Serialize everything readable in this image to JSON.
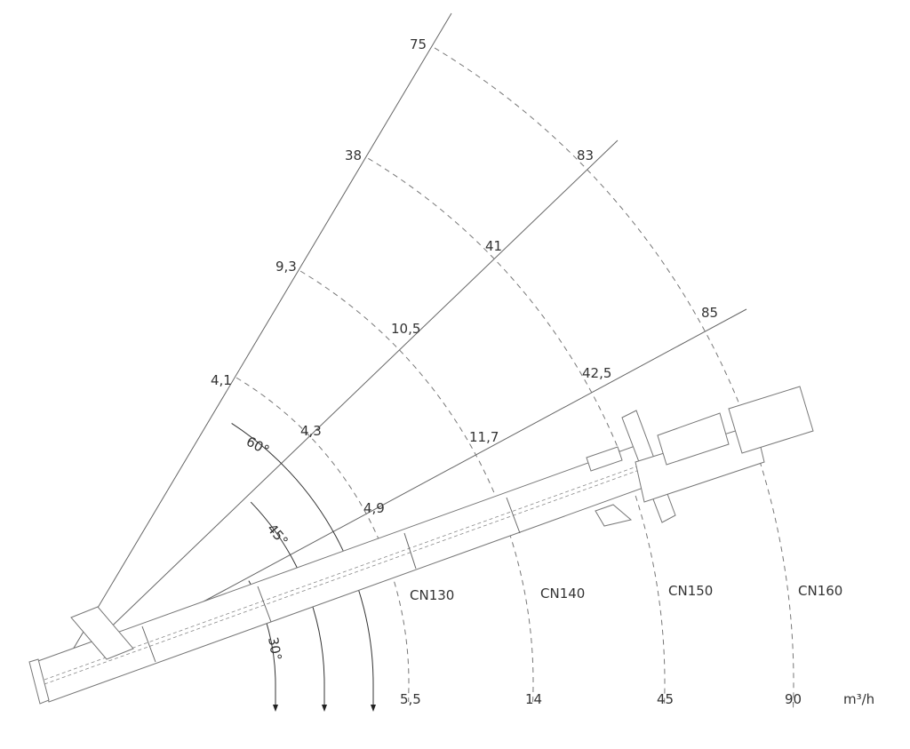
{
  "diagram": {
    "unit": "m³/h",
    "models": [
      "CN130",
      "CN140",
      "CN150",
      "CN160"
    ],
    "flow_horizontal": [
      "5,5",
      "14",
      "45",
      "90"
    ],
    "angles": [
      "60°",
      "45°",
      "30°"
    ],
    "flow_at_60": [
      "4,1",
      "9,3",
      "38",
      "75"
    ],
    "flow_at_45": [
      "4,3",
      "10,5",
      "41",
      "83"
    ],
    "flow_at_30": [
      "4,9",
      "11,7",
      "42,5",
      "85"
    ]
  }
}
